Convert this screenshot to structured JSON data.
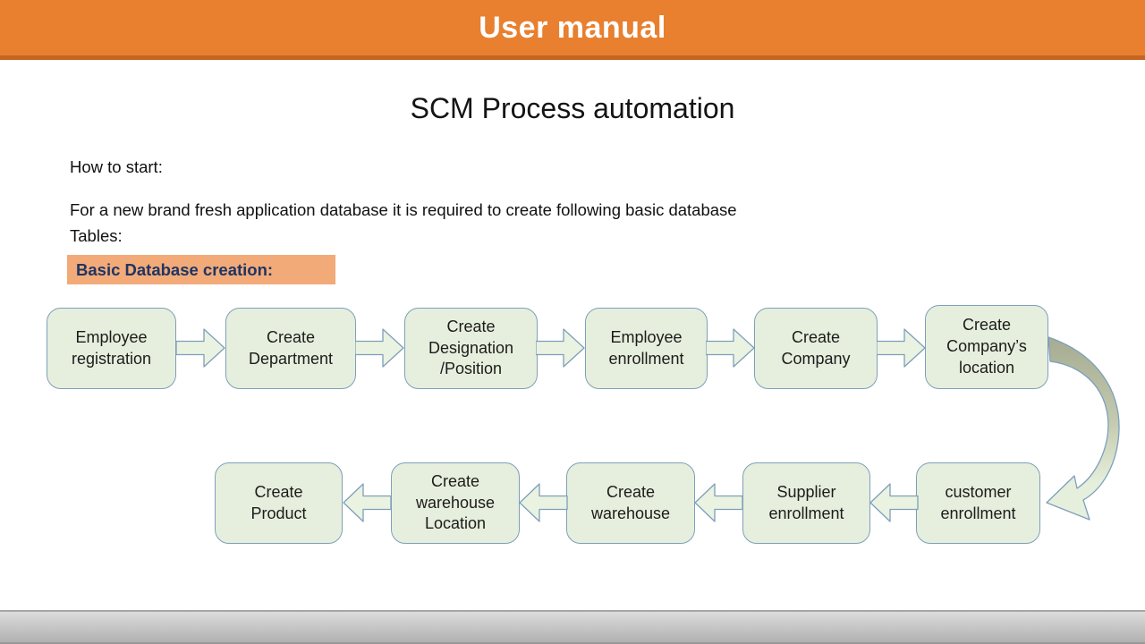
{
  "header": {
    "title": "User manual"
  },
  "slide": {
    "title": "SCM Process automation",
    "how_to_start": "How to start:",
    "intro_line1": "For a new brand fresh application database it is required to create following basic database",
    "intro_line2": "Tables:",
    "section_label": "Basic Database creation:"
  },
  "flow": {
    "row1": [
      {
        "label": "Employee registration"
      },
      {
        "label": "Create Department"
      },
      {
        "label": "Create Designation /Position"
      },
      {
        "label": "Employee enrollment"
      },
      {
        "label": "Create Company"
      },
      {
        "label": "Create Company’s location"
      }
    ],
    "row2": [
      {
        "label": "Create Product"
      },
      {
        "label": "Create warehouse Location"
      },
      {
        "label": "Create warehouse"
      },
      {
        "label": "Supplier enrollment"
      },
      {
        "label": "customer enrollment"
      }
    ]
  },
  "colors": {
    "header_orange": "#e8802f",
    "header_strip": "#c4661f",
    "highlight_bg": "#f2aa78",
    "highlight_text": "#1e3564",
    "box_fill": "#e6efdd",
    "box_border": "#7e9fba",
    "arrow_fill": "#eaf2e1",
    "arrow_border": "#7e9fba",
    "curve_dark": "#a6ac91",
    "curve_mid": "#c3c9ae",
    "curve_light": "#e6efdb",
    "footer_top": "#dcdcdc",
    "footer_bottom": "#b1b1b1"
  }
}
